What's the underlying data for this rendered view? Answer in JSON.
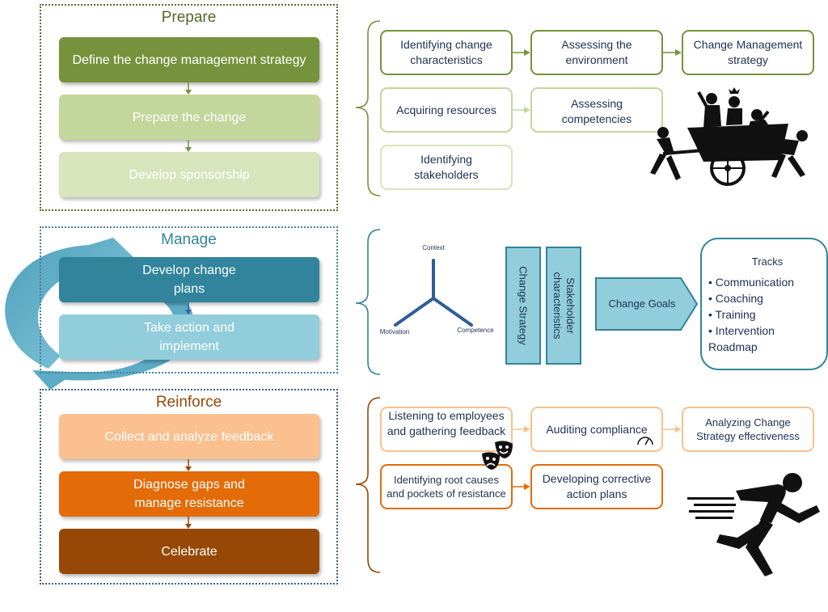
{
  "prepare": {
    "title": "Prepare",
    "stages": [
      "Define the change management strategy",
      "Prepare the change",
      "Develop sponsorship"
    ],
    "boxes": [
      "Identifying change characteristics",
      "Assessing the environment",
      "Change Management strategy",
      "Acquiring resources",
      "Assessing competencies",
      "Identifying stakeholders"
    ]
  },
  "manage": {
    "title": "Manage",
    "stages": [
      "Develop change plans",
      "Take action and implement"
    ],
    "triad": {
      "top": "Context",
      "left": "Motivation",
      "right": "Competence"
    },
    "bars": [
      "Change Strategy",
      "Stakeholder characteristics"
    ],
    "goals": "Change Goals",
    "tracks": {
      "title": "Tracks",
      "items": [
        "• Communication",
        "• Coaching",
        "• Training",
        "• Intervention"
      ],
      "footer": "Roadmap"
    }
  },
  "reinforce": {
    "title": "Reinforce",
    "stages": [
      "Collect and analyze feedback",
      "Diagnose gaps and manage resistance",
      "Celebrate"
    ],
    "boxes": [
      "Listening to employees and gathering feedback",
      "Auditing compliance",
      "Analyzing Change Strategy effectiveness",
      "Identifying root causes and pockets of resistance",
      "Developing corrective action plans"
    ]
  },
  "colors": {
    "prepare_dark": "#76923c",
    "prepare_mid": "#c3d69b",
    "prepare_light": "#d7e4bc",
    "manage_dark": "#31849b",
    "manage_light": "#92cddc",
    "manage_frame": "#4a7fa5",
    "reinforce_light": "#fac08f",
    "reinforce_mid": "#e36c09",
    "reinforce_dark": "#974806"
  },
  "icons": [
    "cycle-arrow-icon",
    "people-pushing-cart-icon",
    "theater-masks-icon",
    "speedometer-icon",
    "running-man-icon"
  ]
}
